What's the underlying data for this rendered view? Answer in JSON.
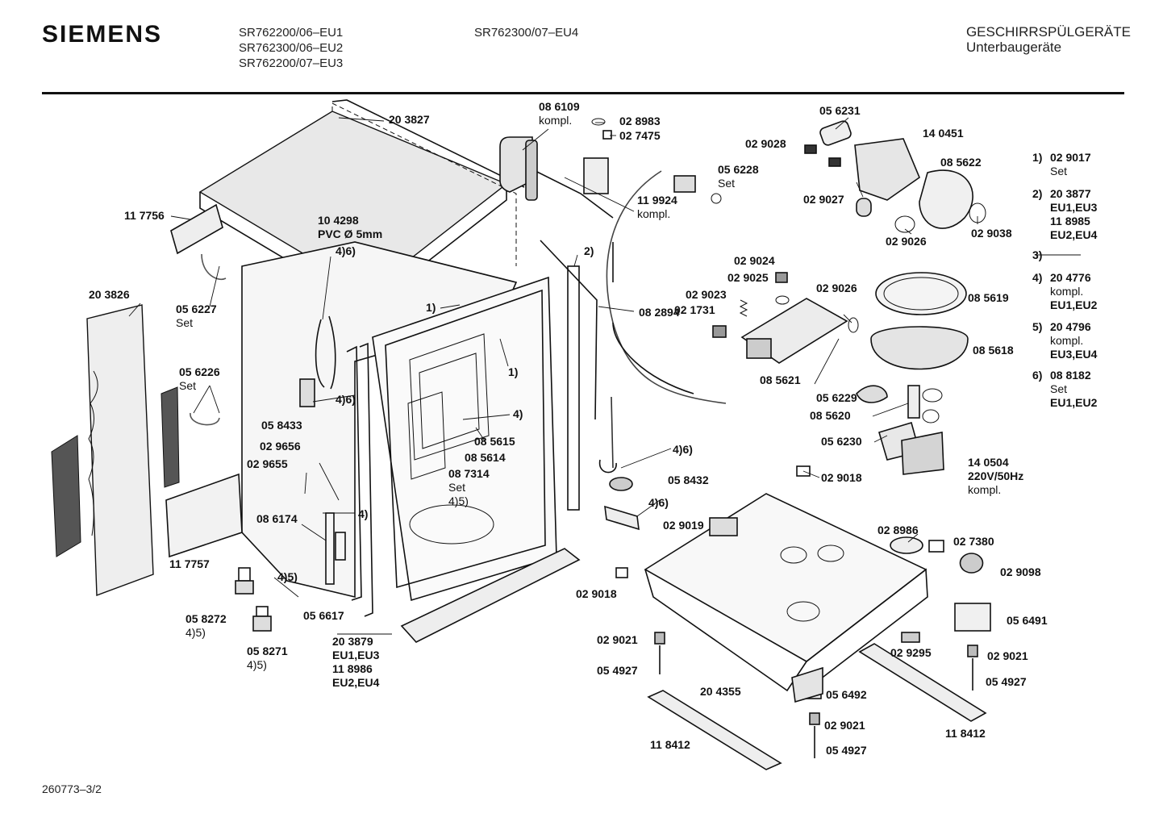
{
  "header": {
    "brand": "SIEMENS",
    "models_col1": [
      "SR762200/06–EU1",
      "SR762300/06–EU2",
      "SR762200/07–EU3"
    ],
    "models_col2": [
      "SR762300/07–EU4"
    ],
    "category_line1": "GESCHIRRSPÜLGERÄTE",
    "category_line2": "Unterbaugeräte"
  },
  "footer": {
    "doc_id": "260773–3/2"
  },
  "parts": [
    {
      "id": "p01",
      "lines": [
        "20 3827"
      ]
    },
    {
      "id": "p02",
      "lines": [
        "11 7756"
      ]
    },
    {
      "id": "p03",
      "lines": [
        "10 4298",
        "PVC Ø 5mm"
      ]
    },
    {
      "id": "p04",
      "lines": [
        "4)6)"
      ]
    },
    {
      "id": "p05",
      "lines": [
        "20 3826"
      ]
    },
    {
      "id": "p06",
      "lines": [
        "05 6227",
        "Set"
      ]
    },
    {
      "id": "p07",
      "lines": [
        "05 6226",
        "Set"
      ]
    },
    {
      "id": "p08",
      "lines": [
        "05 8433"
      ]
    },
    {
      "id": "p09",
      "lines": [
        "4)6)"
      ]
    },
    {
      "id": "p10",
      "lines": [
        "02 9656"
      ]
    },
    {
      "id": "p11",
      "lines": [
        "02 9655"
      ]
    },
    {
      "id": "p12",
      "lines": [
        "08 6174"
      ]
    },
    {
      "id": "p13",
      "lines": [
        "4)"
      ]
    },
    {
      "id": "p14",
      "lines": [
        "11 7757"
      ]
    },
    {
      "id": "p15",
      "lines": [
        "05 8272",
        "4)5)"
      ]
    },
    {
      "id": "p16",
      "lines": [
        "05 8271",
        "4)5)"
      ]
    },
    {
      "id": "p17",
      "lines": [
        "4)5)"
      ]
    },
    {
      "id": "p18",
      "lines": [
        "05 6617"
      ]
    },
    {
      "id": "p19",
      "lines": [
        "20 3879",
        "EU1,EU3",
        "11 8986",
        "EU2,EU4"
      ]
    },
    {
      "id": "p20",
      "lines": [
        "1)"
      ]
    },
    {
      "id": "p21",
      "lines": [
        "1)"
      ]
    },
    {
      "id": "p22",
      "lines": [
        "4)"
      ]
    },
    {
      "id": "p23",
      "lines": [
        "08 5615"
      ]
    },
    {
      "id": "p24",
      "lines": [
        "08 5614"
      ]
    },
    {
      "id": "p25",
      "lines": [
        "08 7314",
        "Set",
        "4)5)"
      ]
    },
    {
      "id": "p26",
      "lines": [
        "08 6109",
        "kompl."
      ]
    },
    {
      "id": "p27",
      "lines": [
        "02 8983"
      ]
    },
    {
      "id": "p28",
      "lines": [
        "02 7475"
      ]
    },
    {
      "id": "p29",
      "lines": [
        "11 9924",
        "kompl."
      ]
    },
    {
      "id": "p30",
      "lines": [
        "2)"
      ]
    },
    {
      "id": "p31",
      "lines": [
        "08 2894"
      ]
    },
    {
      "id": "p32",
      "lines": [
        "4)6)"
      ]
    },
    {
      "id": "p33",
      "lines": [
        "05 8432"
      ]
    },
    {
      "id": "p34",
      "lines": [
        "4)6)"
      ]
    },
    {
      "id": "p35",
      "lines": [
        "05 6231"
      ]
    },
    {
      "id": "p36",
      "lines": [
        "02 9028"
      ]
    },
    {
      "id": "p37",
      "lines": [
        "14 0451"
      ]
    },
    {
      "id": "p38",
      "lines": [
        "05 6228",
        "Set"
      ]
    },
    {
      "id": "p39",
      "lines": [
        "08 5622"
      ]
    },
    {
      "id": "p40",
      "lines": [
        "02 9027"
      ]
    },
    {
      "id": "p41",
      "lines": [
        "02 9026"
      ]
    },
    {
      "id": "p42",
      "lines": [
        "02 9038"
      ]
    },
    {
      "id": "p43",
      "lines": [
        "02 9024"
      ]
    },
    {
      "id": "p44",
      "lines": [
        "02 9025"
      ]
    },
    {
      "id": "p45",
      "lines": [
        "02 9023"
      ]
    },
    {
      "id": "p46",
      "lines": [
        "02 1731"
      ]
    },
    {
      "id": "p47",
      "lines": [
        "02 9026"
      ]
    },
    {
      "id": "p48",
      "lines": [
        "08 5619"
      ]
    },
    {
      "id": "p49",
      "lines": [
        "08 5618"
      ]
    },
    {
      "id": "p50",
      "lines": [
        "08 5621"
      ]
    },
    {
      "id": "p51",
      "lines": [
        "05 6229"
      ]
    },
    {
      "id": "p52",
      "lines": [
        "08 5620"
      ]
    },
    {
      "id": "p53",
      "lines": [
        "05 6230"
      ]
    },
    {
      "id": "p54",
      "lines": [
        "14 0504",
        "220V/50Hz",
        "kompl."
      ]
    },
    {
      "id": "p55",
      "lines": [
        "02 9018"
      ]
    },
    {
      "id": "p56",
      "lines": [
        "02 9019"
      ]
    },
    {
      "id": "p57",
      "lines": [
        "02 8986"
      ]
    },
    {
      "id": "p58",
      "lines": [
        "02 7380"
      ]
    },
    {
      "id": "p59",
      "lines": [
        "02 9098"
      ]
    },
    {
      "id": "p60",
      "lines": [
        "02 9018"
      ]
    },
    {
      "id": "p61",
      "lines": [
        "05 6491"
      ]
    },
    {
      "id": "p62",
      "lines": [
        "02 9021"
      ]
    },
    {
      "id": "p63",
      "lines": [
        "05 4927"
      ]
    },
    {
      "id": "p64",
      "lines": [
        "02 9295"
      ]
    },
    {
      "id": "p65",
      "lines": [
        "02 9021"
      ]
    },
    {
      "id": "p66",
      "lines": [
        "05 4927"
      ]
    },
    {
      "id": "p67",
      "lines": [
        "20 4355"
      ]
    },
    {
      "id": "p68",
      "lines": [
        "05 6492"
      ]
    },
    {
      "id": "p69",
      "lines": [
        "02 9021"
      ]
    },
    {
      "id": "p70",
      "lines": [
        "05 4927"
      ]
    },
    {
      "id": "p71",
      "lines": [
        "11 8412"
      ]
    },
    {
      "id": "p72",
      "lines": [
        "11 8412"
      ]
    }
  ],
  "notes": [
    {
      "key": "1)",
      "lines": [
        "02 9017",
        "Set"
      ]
    },
    {
      "key": "2)",
      "lines": [
        "20 3877",
        "EU1,EU3",
        "11 8985",
        "EU2,EU4"
      ]
    },
    {
      "key": "3)",
      "lines": []
    },
    {
      "key": "4)",
      "lines": [
        "20 4776",
        "kompl.",
        "EU1,EU2"
      ]
    },
    {
      "key": "5)",
      "lines": [
        "20 4796",
        "kompl.",
        "EU3,EU4"
      ]
    },
    {
      "key": "6)",
      "lines": [
        "08 8182",
        "Set",
        "EU1,EU2"
      ]
    }
  ]
}
